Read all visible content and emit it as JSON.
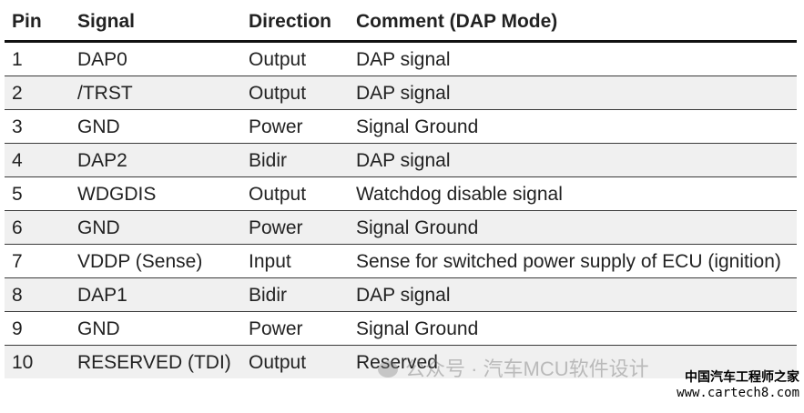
{
  "table": {
    "headers": {
      "pin": "Pin",
      "signal": "Signal",
      "direction": "Direction",
      "comment": "Comment (DAP Mode)"
    },
    "rows": [
      {
        "pin": "1",
        "signal": "DAP0",
        "direction": "Output",
        "comment": "DAP signal"
      },
      {
        "pin": "2",
        "signal": "/TRST",
        "direction": "Output",
        "comment": "DAP signal"
      },
      {
        "pin": "3",
        "signal": "GND",
        "direction": "Power",
        "comment": "Signal Ground"
      },
      {
        "pin": "4",
        "signal": "DAP2",
        "direction": "Bidir",
        "comment": "DAP signal"
      },
      {
        "pin": "5",
        "signal": "WDGDIS",
        "direction": "Output",
        "comment": "Watchdog disable signal"
      },
      {
        "pin": "6",
        "signal": "GND",
        "direction": "Power",
        "comment": "Signal Ground"
      },
      {
        "pin": "7",
        "signal": "VDDP (Sense)",
        "direction": "Input",
        "comment": "Sense for switched power supply of ECU (ignition)"
      },
      {
        "pin": "8",
        "signal": "DAP1",
        "direction": "Bidir",
        "comment": "DAP signal"
      },
      {
        "pin": "9",
        "signal": "GND",
        "direction": "Power",
        "comment": "Signal Ground"
      },
      {
        "pin": "10",
        "signal": "RESERVED (TDI)",
        "direction": "Output",
        "comment": "Reserved"
      }
    ]
  },
  "watermark": {
    "text": "公众号 · 汽车MCU软件设计"
  },
  "site_mark": {
    "name": "中国汽车工程师之家",
    "url": "www.cartech8.com"
  },
  "colors": {
    "stripe": "#f0f0f0",
    "text": "#222222",
    "rule": "#111111"
  }
}
